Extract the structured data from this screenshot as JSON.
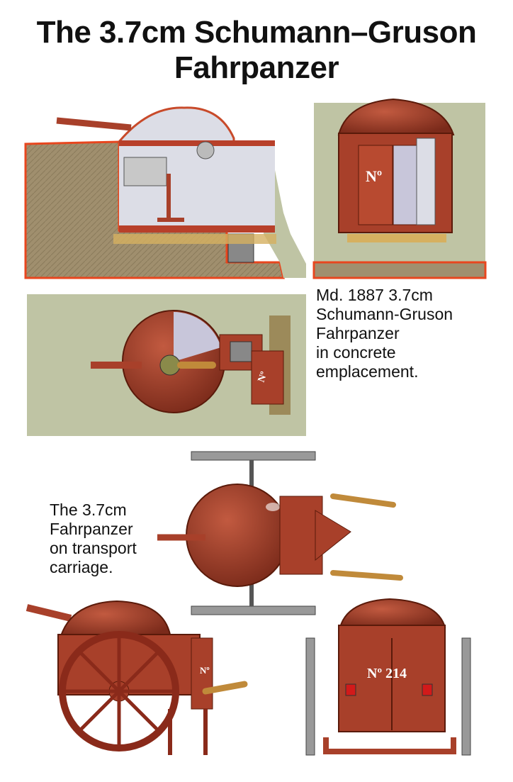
{
  "title": {
    "line1": "The 3.7cm Schumann–Gruson",
    "line2": "Fahrpanzer"
  },
  "caption_emplacement": {
    "line1": "Md. 1887 3.7cm",
    "line2": "Schumann-Gruson",
    "line3": "Fahrpanzer",
    "line4": "in concrete",
    "line5": "emplacement."
  },
  "caption_carriage": {
    "line1": "The 3.7cm",
    "line2": "Fahrpanzer",
    "line3": "on transport",
    "line4": "carriage."
  },
  "markings": {
    "front_emplaced": "Nº",
    "top_emplaced": "Nº",
    "side_carriage": "Nº",
    "rear_carriage": "Nº 214"
  },
  "colors": {
    "armor": "#a8402a",
    "armor_dark": "#7a2a1a",
    "ground": "#bfc4a4",
    "earth": "#a08f6e",
    "outline": "#e8461e",
    "interior": "#dcdde6",
    "wood": "#c08a3a"
  }
}
